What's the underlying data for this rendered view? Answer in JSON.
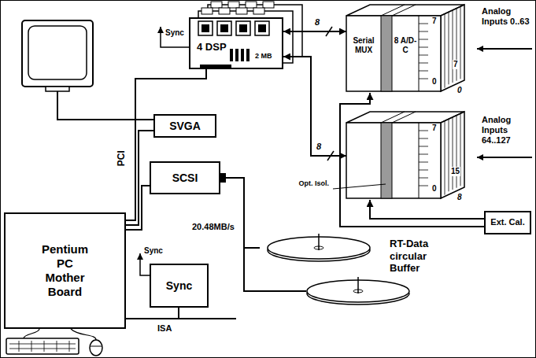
{
  "diagram": {
    "nodes": [
      {
        "text": [
          "4 DSP",
          "2 MB"
        ]
      },
      {
        "text": [
          "SVGA"
        ]
      },
      {
        "text": [
          "SCSI"
        ]
      },
      {
        "text": [
          "Pentium PC Mother Board"
        ]
      },
      {
        "text": [
          "Sync"
        ]
      },
      {
        "text": [
          "Serial MUX",
          "8 A/D-C",
          "7",
          "0",
          "7",
          "0"
        ]
      },
      {
        "text": [
          "7",
          "0",
          "15",
          "8",
          "Opt. Isol."
        ]
      },
      {
        "text": [
          "Ext. Cal."
        ]
      },
      {
        "text": [
          "RT-Data circular Buffer"
        ]
      }
    ],
    "edges": [
      {
        "from": 3,
        "to": 0,
        "arrow": "none"
      },
      {
        "from": 3,
        "to": 1,
        "arrow": "none"
      },
      {
        "from": 3,
        "to": 2,
        "arrow": "none"
      },
      {
        "from": 3,
        "to": 4,
        "arrow": "none"
      },
      {
        "from": 2,
        "to": 8,
        "label": "20.48MB/s",
        "arrow": "none"
      },
      {
        "from": 0,
        "to": 5,
        "arrow": "both"
      },
      {
        "from": 0,
        "to": 6,
        "arrow": "both"
      },
      {
        "from": 7,
        "to": 5,
        "arrow": "to"
      },
      {
        "from": 7,
        "to": 6,
        "arrow": "to"
      }
    ],
    "labels": [
      "Sync",
      "PCI",
      "Sync",
      "ISA",
      "8",
      "8",
      "Analog Inputs 0..63",
      "Analog Inputs 64..127"
    ]
  }
}
